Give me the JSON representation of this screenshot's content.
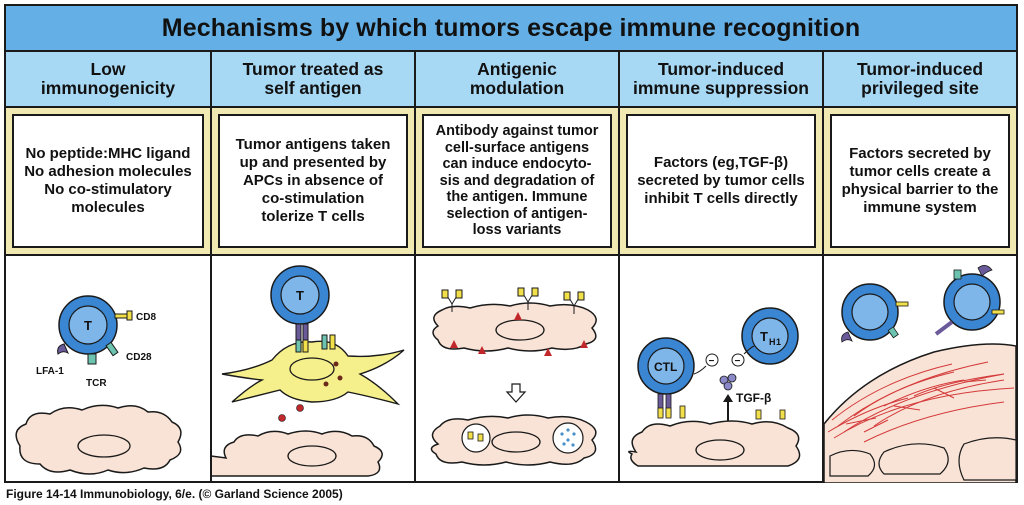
{
  "title": "Mechanisms by which tumors escape immune recognition",
  "columns": [
    {
      "heading": [
        "Low",
        "immunogenicity"
      ],
      "text": [
        "No peptide:MHC ligand",
        "No adhesion molecules",
        "No co-stimulatory",
        "molecules"
      ],
      "labels": {
        "t": "T",
        "cd8": "CD8",
        "cd28": "CD28",
        "lfa1": "LFA-1",
        "tcr": "TCR"
      }
    },
    {
      "heading": [
        "Tumor treated as",
        "self antigen"
      ],
      "text": [
        "Tumor antigens taken",
        "up and presented by",
        "APCs in absence of",
        "co-stimulation",
        "tolerize T cells"
      ],
      "labels": {
        "t": "T"
      }
    },
    {
      "heading": [
        "Antigenic",
        "modulation"
      ],
      "text": [
        "Antibody against tumor",
        "cell-surface antigens",
        "can induce endocyto-",
        "sis and degradation of",
        "the antigen. Immune",
        "selection of antigen-",
        "loss  variants"
      ],
      "labels": {}
    },
    {
      "heading": [
        "Tumor-induced",
        "immune suppression"
      ],
      "text": [
        "Factors (eg,TGF-β)",
        "secreted by tumor cells",
        "inhibit T cells directly"
      ],
      "labels": {
        "ctl": "CTL",
        "th": "T",
        "th_sub": "H",
        "th_sub2": "1",
        "tgf": "TGF-β",
        "minus": "−"
      }
    },
    {
      "heading": [
        "Tumor-induced",
        "privileged site"
      ],
      "text": [
        "Factors secreted by",
        "tumor cells create a",
        "physical barrier to the",
        "immune system"
      ],
      "labels": {}
    }
  ],
  "caption": "Figure 14-14  Immunobiology, 6/e. (© Garland Science 2005)",
  "colors": {
    "title_band": "#64b0e6",
    "header_band": "#a7d8f4",
    "text_band": "#f0e9b2",
    "tumor_cell": "#f9e3d6",
    "t_cell": "#3a86d2",
    "apc": "#f6f08c",
    "receptor_yellow": "#f2e04a",
    "receptor_purple": "#6a5a9a",
    "receptor_teal": "#6cc3b0",
    "red_dot": "#c0282c",
    "fiber": "#d43a3a"
  }
}
